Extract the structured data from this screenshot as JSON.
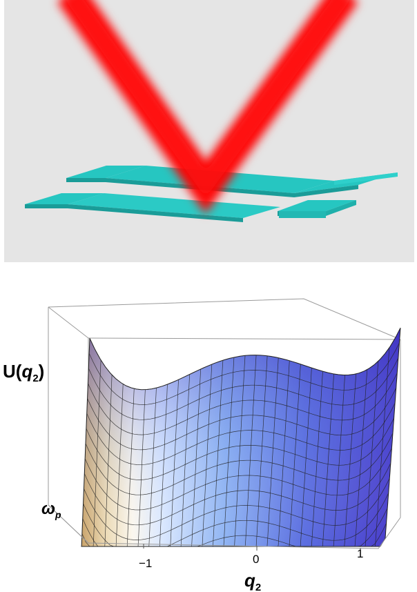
{
  "top_panel": {
    "background": "#e5e5e5",
    "laser_color": "#ff0000",
    "electrode_color": "#26c6c1"
  },
  "plot": {
    "y_axis_label": {
      "main": "U(",
      "var": "q",
      "sub": "2",
      "close": ")"
    },
    "omega_label": {
      "main": "ω",
      "sub": "p"
    },
    "x_axis_label": {
      "var": "q",
      "sub": "2"
    },
    "x_ticks": [
      "−1",
      "0",
      "1"
    ],
    "surface_colors": {
      "left_wall": "#d9b98a",
      "well_light": "#eef4ff",
      "mid": "#7fa6f0",
      "right_wall": "#4a3ccf"
    }
  }
}
